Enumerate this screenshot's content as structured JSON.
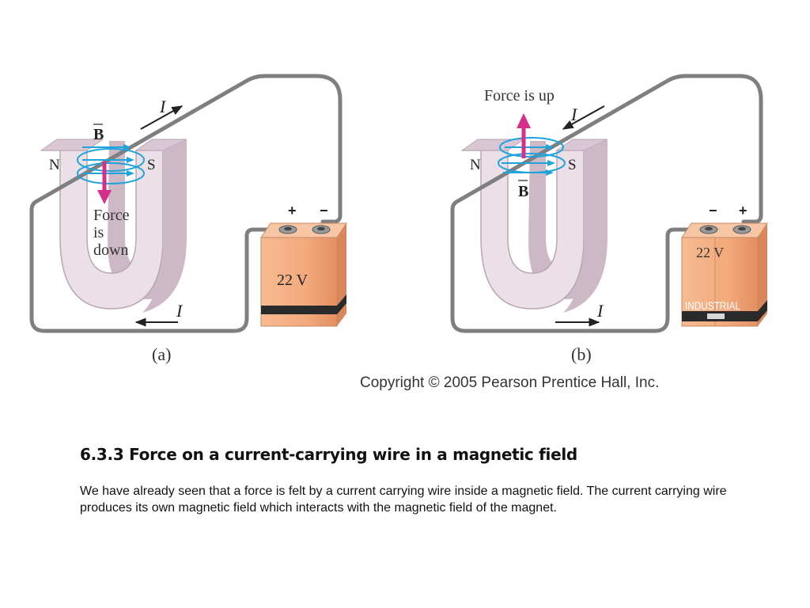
{
  "figure": {
    "a": {
      "caption": "(a)",
      "north_label": "N",
      "south_label": "S",
      "field_label": "B",
      "force_lines": [
        "Force",
        "is",
        "down"
      ],
      "current_top": "I",
      "current_bottom": "I",
      "battery_plus": "+",
      "battery_minus": "−",
      "battery_voltage": "22 V"
    },
    "b": {
      "caption": "(b)",
      "north_label": "N",
      "south_label": "S",
      "field_label": "B",
      "force_label": "Force is up",
      "current_top": "I",
      "current_bottom": "I",
      "battery_minus": "−",
      "battery_plus": "+",
      "battery_voltage": "22 V",
      "battery_brand": "INDUSTRIAL"
    },
    "copyright": "Copyright © 2005 Pearson Prentice Hall, Inc."
  },
  "section": {
    "title": "6.3.3 Force on a current-carrying wire in a magnetic field",
    "body": "We have already seen that a force is felt by a current carrying wire inside a magnetic field. The current carrying wire produces its own magnetic field which interacts with the magnetic field of the magnet."
  },
  "colors": {
    "magnet_face": "#ece0e8",
    "magnet_side": "#cdb9c6",
    "wire": "#7f7f7f",
    "field": "#1fa3dd",
    "force": "#d62f8a",
    "battery": "#f2a97c",
    "battery_stripe": "#2a2a2a"
  }
}
